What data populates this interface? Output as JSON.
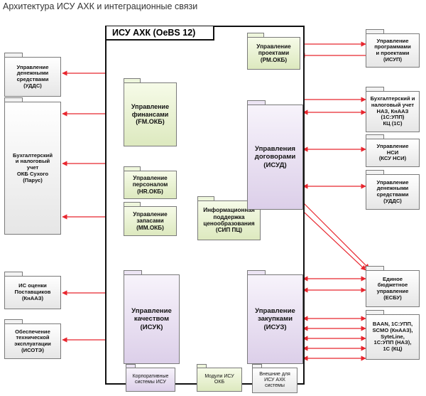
{
  "title": "Архитектура ИСУ АХК и интеграционные связи",
  "system_title": "ИСУ АХК (OeBS 12)",
  "colors": {
    "red": "#e8262e",
    "blue": "#3a8fd4",
    "frame": "#111111",
    "ext_fill": "#e6e6e6",
    "module_fill": "#dde9bf",
    "core_fill": "#dccfe9"
  },
  "left_ext": {
    "udds": "Управление\nденежными\nсредствами\n(УДДС)",
    "parus": "Бухгалтерский\nи налоговый\nучет\nОКБ Сухого\n(Парус)",
    "knaaz": "ИС оценки\nПоставщиков\n(КнААЗ)",
    "isotz": "Обеспечение\nтехнической\nэксплуатации\n(ИСОТЭ)"
  },
  "right_ext": {
    "isup": "Управление\nпрограммами\nи проектами\n(ИСУП)",
    "buh": "Бухгалтерский и\nналоговый учет\nНАЗ, КнААЗ\n(1С:УПП)\nКЦ (1С)",
    "nsi": "Управление\nНСИ\n(КСУ НСИ)",
    "udds": "Управление\nденежными\nсредствами\n(УДДС)",
    "esbu": "Единое\nбюджетное\nуправление\n(ЕСБУ)",
    "baan": "BAAN, 1С:УПП,\nSCMO (КнААЗ),\nSyteLine,\n1С:УПП (НАЗ),\n1С (КЦ)"
  },
  "modules": {
    "pm": "Управление\nпроектами\n(PM.ОКБ)",
    "fm": "Управление\nфинансами\n(FM.ОКБ)",
    "hr": "Управление\nперсоналом\n(HR.ОКБ)",
    "mm": "Управление\nзапасами\n(MM.ОКБ)",
    "sip": "Информационная\nподдержка\nценообразования\n(СИП ПЦ)"
  },
  "core": {
    "isud": "Управления\nдоговорами\n(ИСУД)",
    "isuk": "Управление\nкачеством\n(ИСУК)",
    "isuz": "Управление\nзакупками\n(ИСУЗ)"
  },
  "legend": {
    "corporate": "Корпоративные\nсистемы ИСУ",
    "modules": "Модули ИСУ\nОКБ",
    "external": "Внешние для\nИСУ АХК\nсистемы"
  }
}
